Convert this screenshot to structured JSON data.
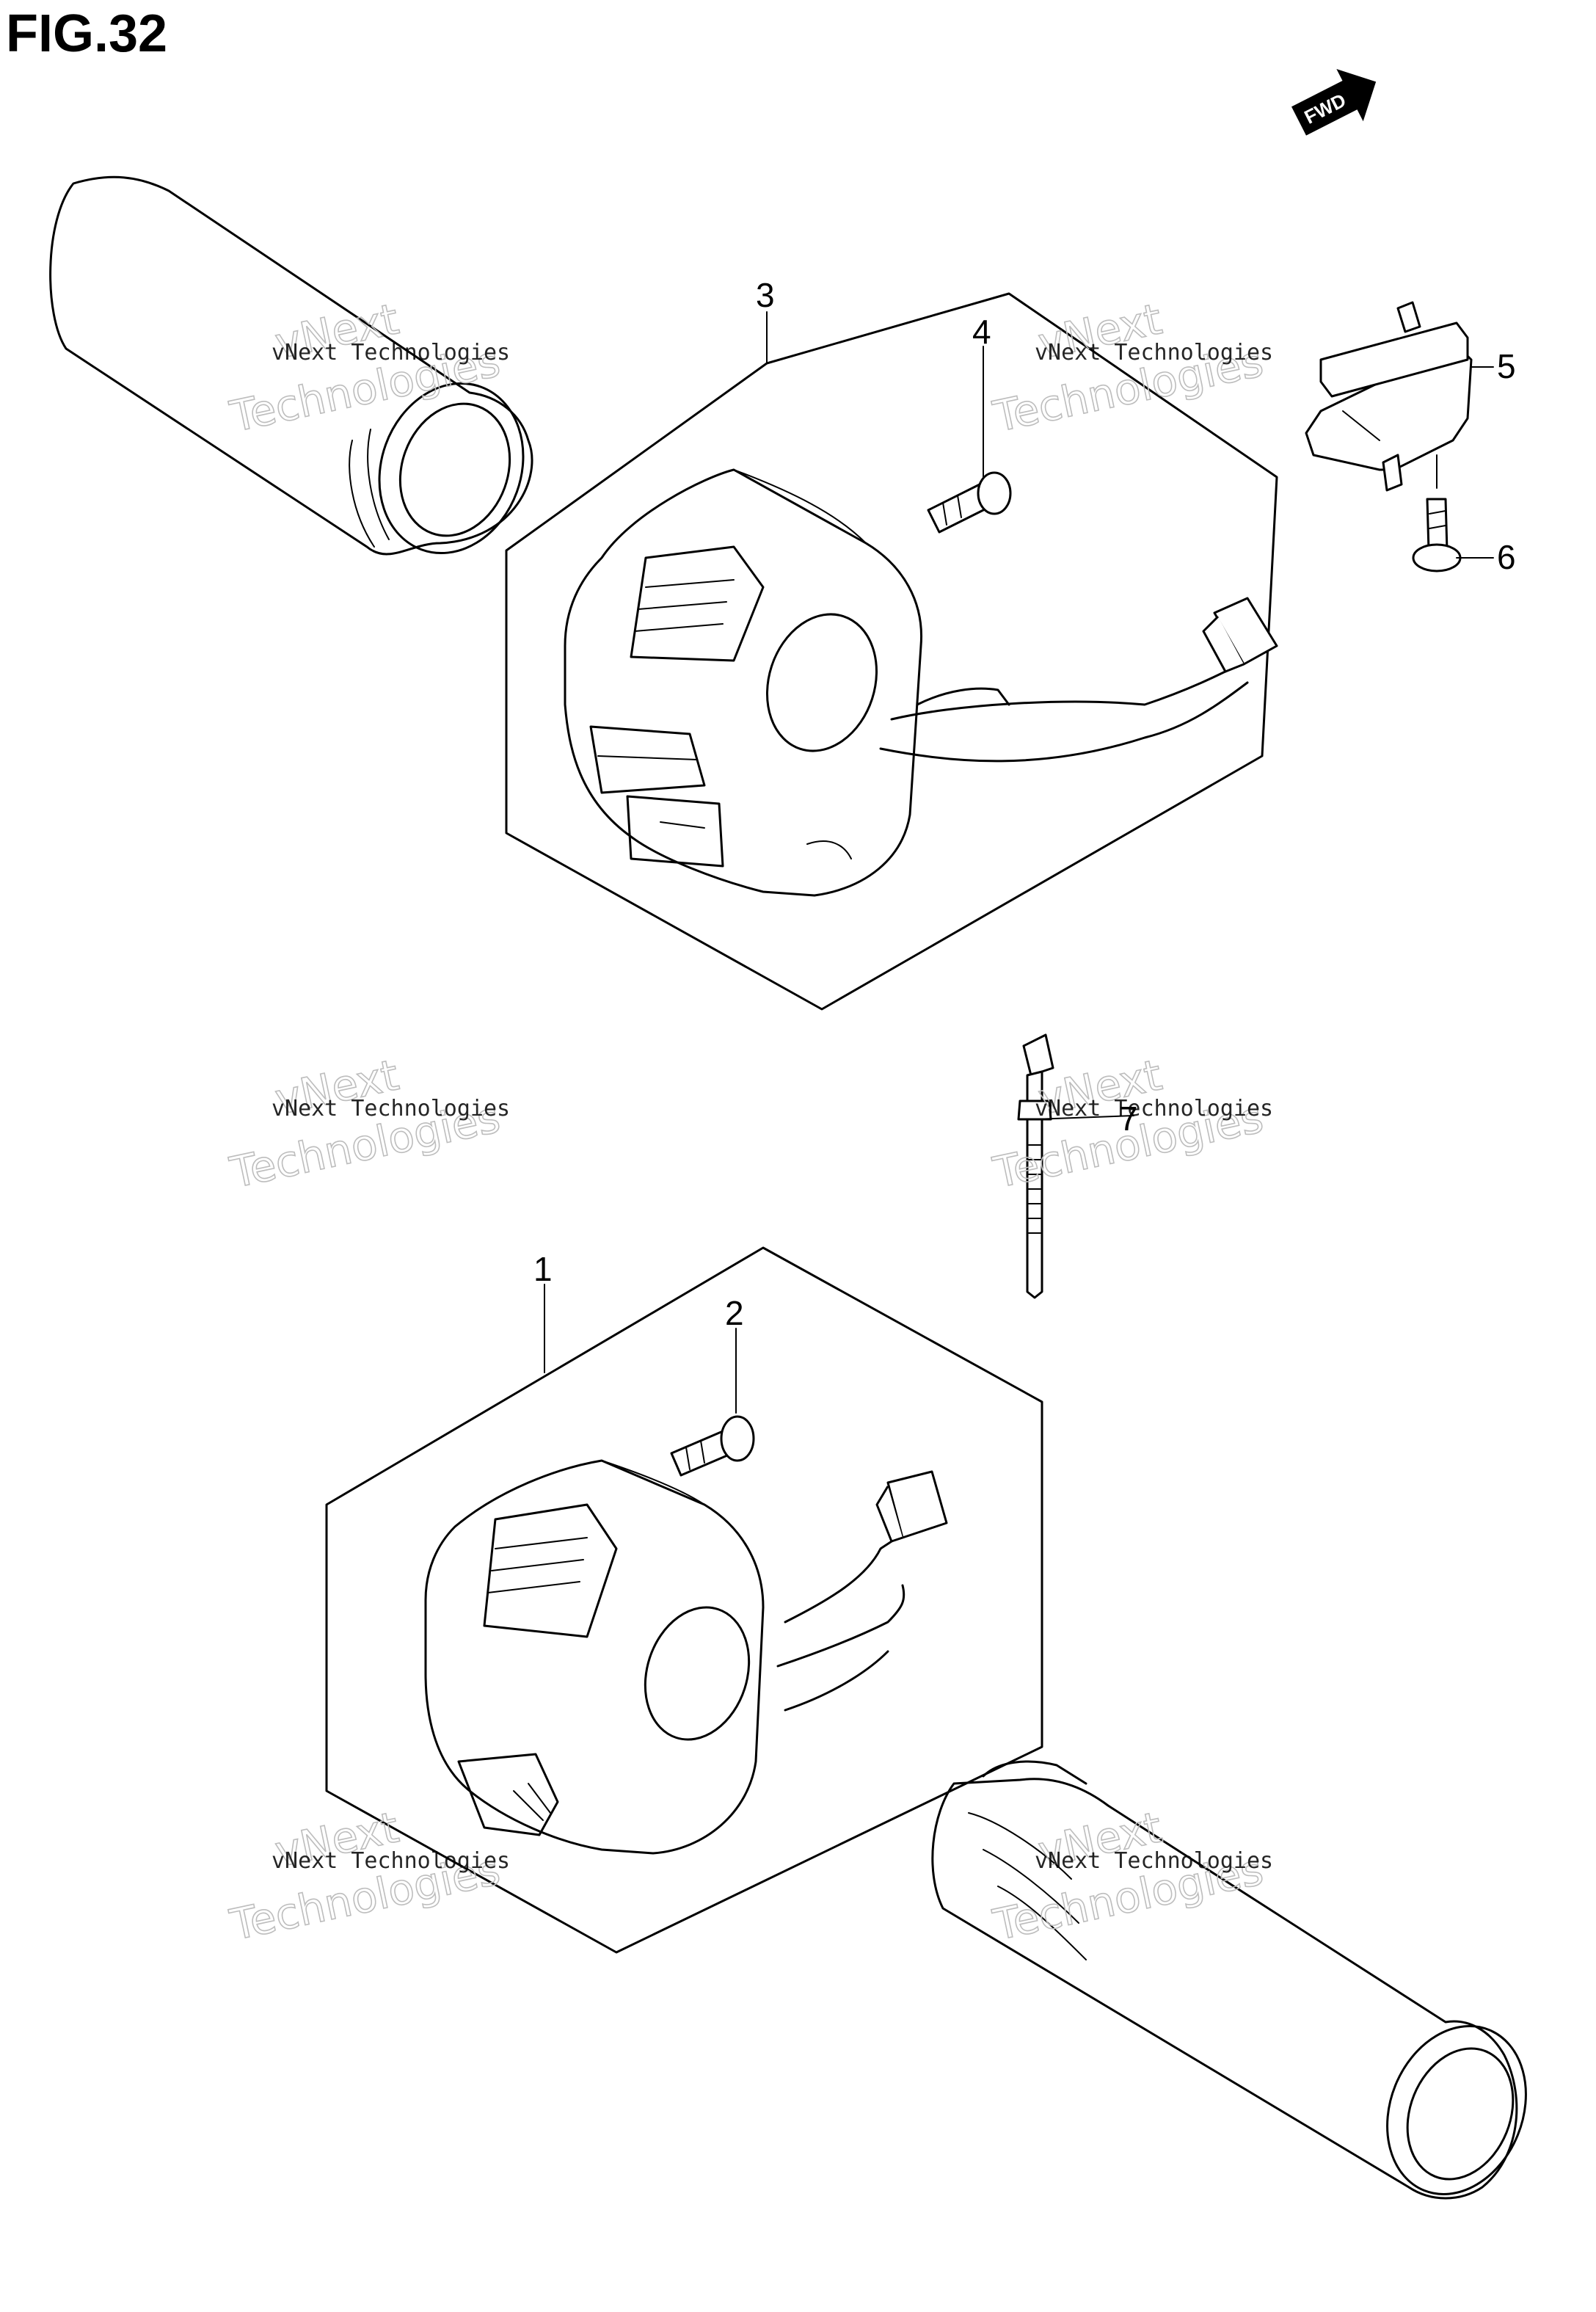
{
  "figure": {
    "title": "FIG.32"
  },
  "direction_indicator": {
    "label": "FWD",
    "icon": "fwd-arrow-icon"
  },
  "callouts": [
    {
      "number": "1"
    },
    {
      "number": "2"
    },
    {
      "number": "3"
    },
    {
      "number": "4"
    },
    {
      "number": "5"
    },
    {
      "number": "6"
    },
    {
      "number": "7"
    }
  ],
  "watermark": {
    "line_small": "vNext Technologies",
    "line_big_1": "vNext",
    "line_big_2": "Technologies"
  }
}
